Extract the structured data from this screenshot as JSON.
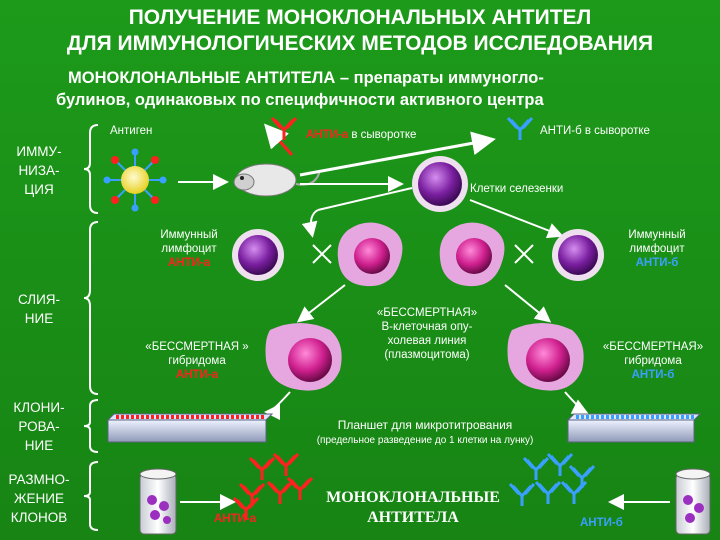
{
  "title_line1": "ПОЛУЧЕНИЕ МОНОКЛОНАЛЬНЫХ АНТИТЕЛ",
  "title_line2": "ДЛЯ ИММУНОЛОГИЧЕСКИХ МЕТОДОВ ИССЛЕДОВАНИЯ",
  "definition_line1": "МОНОКЛОНАЛЬНЫЕ АНТИТЕЛА – препараты иммуногло-",
  "definition_line2": "булинов, одинаковых по специфичности активного центра",
  "stages": {
    "immunization": [
      "ИММУ-",
      "НИЗА-",
      "ЦИЯ"
    ],
    "fusion": [
      "СЛИЯ-",
      "НИЕ"
    ],
    "cloning": [
      "КЛОНИ-",
      "РОВА-",
      "НИЕ"
    ],
    "expansion": [
      "РАЗМНО-",
      "ЖЕНИЕ",
      "КЛОНОВ"
    ]
  },
  "antigen": "Антиген",
  "anti_a_serum_prefix": "АНТИ-а",
  "anti_a_serum_suffix": " в сыворотке",
  "anti_b_serum": "АНТИ-б в сыворотке",
  "spleen_cells": "Клетки селезенки",
  "immune_lymphocyte_left": [
    "Иммунный",
    "лимфоцит"
  ],
  "anti_a_label": "АНТИ-а",
  "immune_lymphocyte_right": [
    "Иммунный",
    "лимфоцит"
  ],
  "anti_b_label": "АНТИ-б",
  "myeloma": [
    "«БЕССМЕРТНАЯ»",
    "В-клеточная опу-",
    "холевая линия",
    "(плазмоцитома)"
  ],
  "hybridoma_left": [
    "«БЕССМЕРТНАЯ »",
    "гибридома"
  ],
  "hybridoma_right": [
    "«БЕССМЕРТНАЯ»",
    "гибридома"
  ],
  "plate_title": "Планшет для микротитрования",
  "plate_note": "(предельное разведение до 1 клетки на лунку)",
  "mab_line1": "МОНОКЛОНАЛЬНЫЕ",
  "mab_line2": "АНТИТЕЛА",
  "colors": {
    "background": "#1d9a1a",
    "anti_a": "#ff2020",
    "anti_b": "#3aa0ff",
    "cell_purple": "#7a1fa0",
    "cell_pink": "#e6a6e0"
  }
}
